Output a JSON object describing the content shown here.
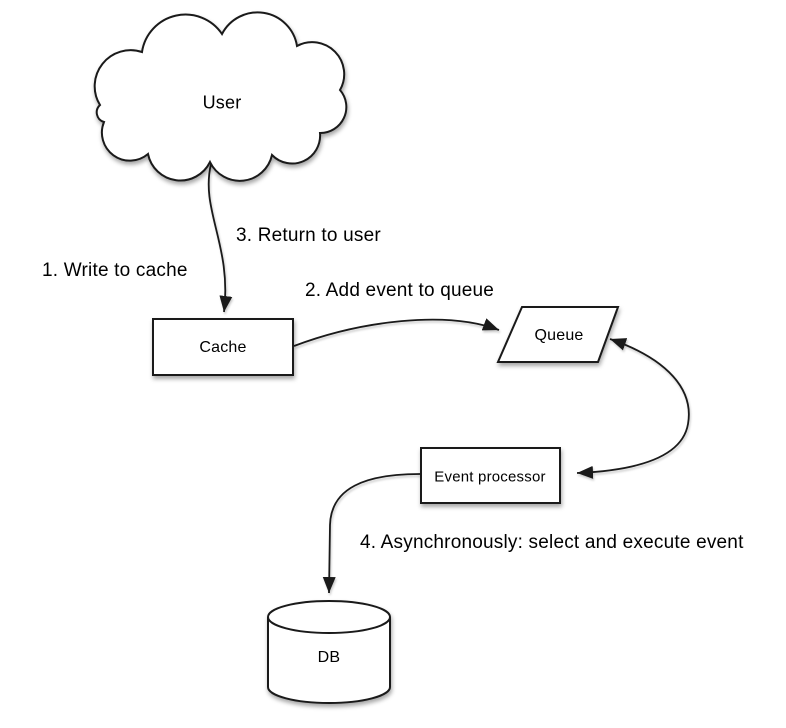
{
  "diagram": {
    "nodes": {
      "user": {
        "label": "User",
        "shape": "cloud"
      },
      "cache": {
        "label": "Cache",
        "shape": "rectangle"
      },
      "queue": {
        "label": "Queue",
        "shape": "parallelogram"
      },
      "event_processor": {
        "label": "Event processor",
        "shape": "rectangle"
      },
      "db": {
        "label": "DB",
        "shape": "cylinder"
      }
    },
    "edges": [
      {
        "from": "user",
        "to": "cache",
        "bidirectional": false
      },
      {
        "from": "cache",
        "to": "queue",
        "bidirectional": false
      },
      {
        "from": "queue",
        "to": "event_processor",
        "bidirectional": true
      },
      {
        "from": "event_processor",
        "to": "db",
        "bidirectional": false
      }
    ],
    "edge_labels": {
      "step1": "1. Write to cache",
      "step2": "2. Add event to queue",
      "step3": "3. Return to user",
      "step4": "4. Asynchronously: select and execute event"
    }
  },
  "colors": {
    "stroke": "#1a1a1a",
    "fill": "#ffffff",
    "text": "#000000",
    "background": "#ffffff"
  }
}
